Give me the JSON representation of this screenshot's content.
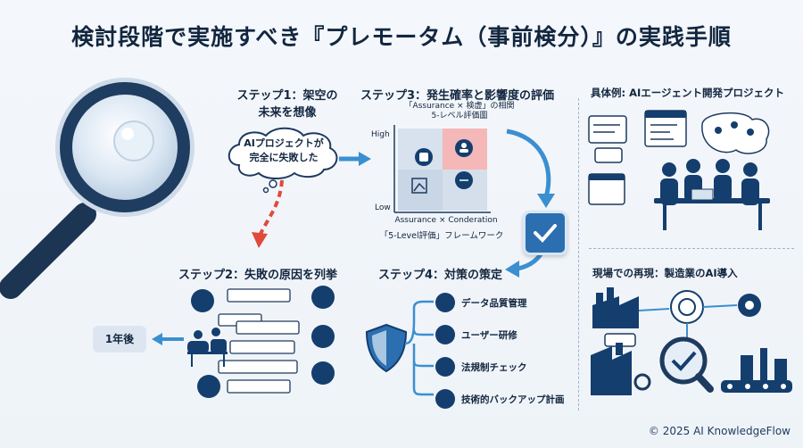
{
  "title": "検討段階で実施すべき『プレモータム（事前検分）』の実践手順",
  "step1": {
    "heading_line1": "ステップ1：架空の",
    "heading_line2": "未来を想像",
    "cloud_line1": "AIプロジェクトが",
    "cloud_line2": "完全に失敗した"
  },
  "step2": {
    "heading": "ステップ2：失敗の原因を列挙",
    "timebox": "1年後"
  },
  "step3": {
    "heading": "ステップ3：発生確率と影響度の評価",
    "sub1": "「Assurance × 検虚」の相関",
    "sub2": "5-レベル評価圖",
    "y_high": "High",
    "y_low": "Low",
    "x_label": "Assurance × Conderation",
    "caption": "「5-Level評価」フレームワーク"
  },
  "step4": {
    "heading": "ステップ4：対策の策定",
    "items": [
      "データ品質管理",
      "ユーザー研修",
      "法規制チェック",
      "技術的バックアップ計画"
    ]
  },
  "example1": {
    "heading": "具体例: AIエージェント開発プロジェクト"
  },
  "example2": {
    "heading": "現場での再現：製造業のAI導入"
  },
  "copyright": "© 2025 AI KnowledgeFlow",
  "colors": {
    "navy": "#143e6e",
    "accent_red": "#e04a3a",
    "arrow_blue": "#3b8fd0",
    "matrix_pink": "#f4b8b8"
  }
}
